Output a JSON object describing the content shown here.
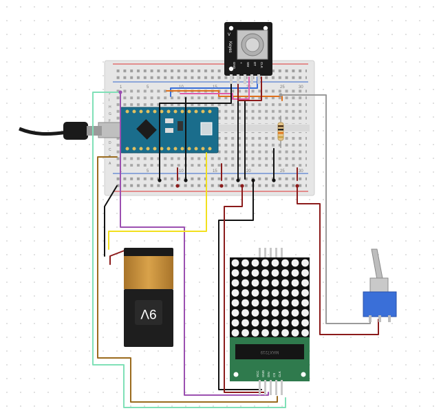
{
  "breadboard": {
    "column_labels": [
      "1",
      "5",
      "10",
      "15",
      "20",
      "25",
      "30"
    ],
    "row_labels": [
      "J",
      "I",
      "H",
      "G",
      "F",
      "E",
      "D",
      "C",
      "B",
      "A"
    ]
  },
  "encoder_module": {
    "side_label": "Keyes",
    "side_mark": "V",
    "pin_labels": [
      "GND",
      "+",
      "SW",
      "DT",
      "CLK"
    ]
  },
  "battery": {
    "label": "9V"
  },
  "led_matrix": {
    "chip_text": "MAX7219",
    "pin_labels": [
      "VCC",
      "GND",
      "DIN",
      "CS",
      "CLK"
    ]
  },
  "colors": {
    "wire_red": "#8b1a1a",
    "wire_black": "#111111",
    "wire_purple": "#9b4fb0",
    "wire_yellow": "#f2e01d",
    "wire_brown": "#9a6a1c",
    "wire_mint": "#7fe0b7",
    "wire_gray": "#9a9a9a",
    "wire_blue": "#3a6fd8",
    "wire_orange": "#e0701a",
    "wire_pink": "#e05aa8",
    "arduino_blue": "#1a6d8c",
    "battery_gold": "#c8903c",
    "module_green": "#2f7a4d"
  }
}
